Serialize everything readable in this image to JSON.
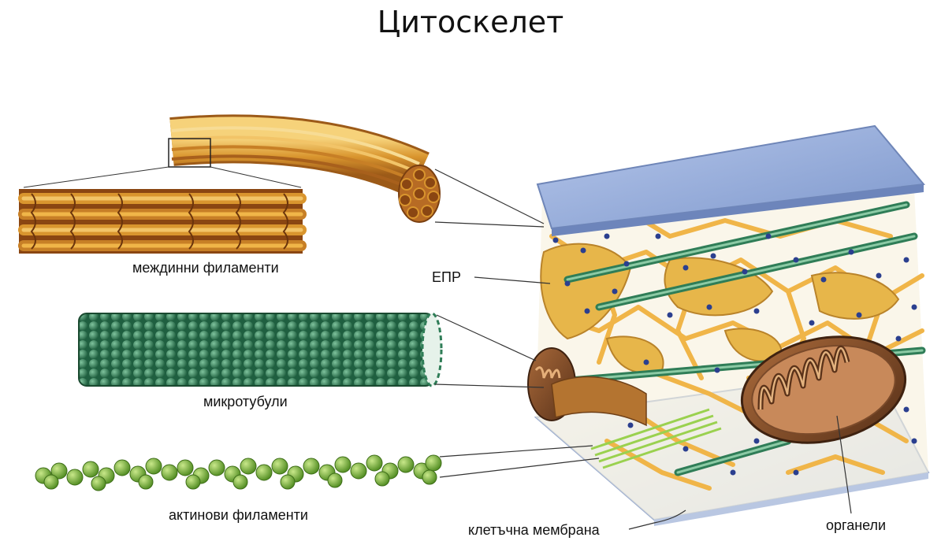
{
  "title": "Цитоскелет",
  "labels": {
    "intermediate": "междинни филаменти",
    "microtubules": "микротубули",
    "actin": "актинови филаменти",
    "er": "ЕПР",
    "membrane": "клетъчна мембрана",
    "organelles": "органели"
  },
  "colors": {
    "intermediate": "#d9952e",
    "microtubule": "#2f7d57",
    "actin": "#7dba3a",
    "membrane_top": "#8ea8d8",
    "membrane_bottom": "#dfe8f5",
    "mitochondrion": "#7a4a2a",
    "network": "#f0b548",
    "granule": "#2b3f8f"
  }
}
